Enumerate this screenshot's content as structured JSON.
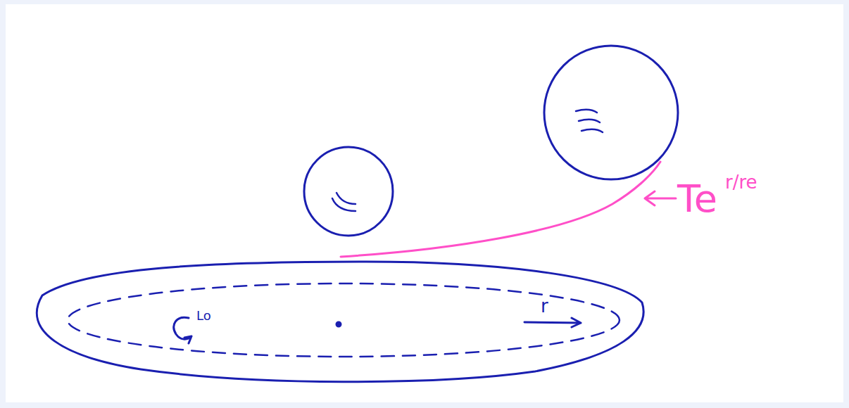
{
  "diagram": {
    "labels": [
      "Lo",
      "r",
      "Te",
      "r/re"
    ]
  }
}
